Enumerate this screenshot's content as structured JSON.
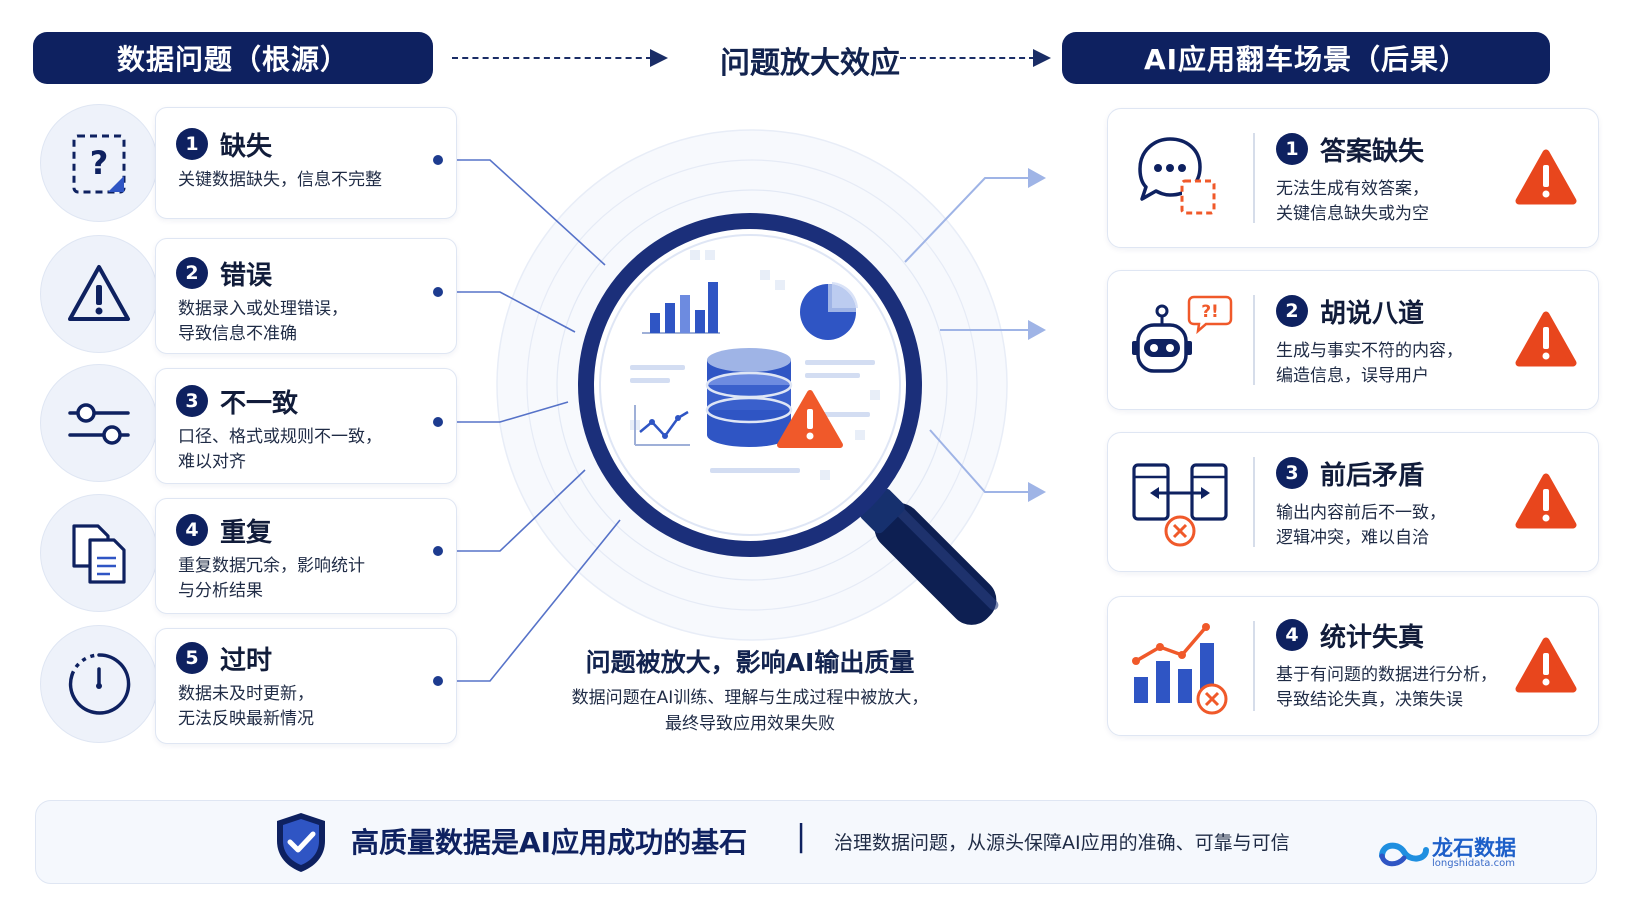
{
  "header": {
    "left_title": "数据问题（根源）",
    "middle_title": "问题放大效应",
    "right_title": "AI应用翻车场景（后果）"
  },
  "problems": [
    {
      "num": "1",
      "title": "缺失",
      "desc": [
        "关键数据缺失，信息不完整"
      ],
      "icon": "question-doc-icon"
    },
    {
      "num": "2",
      "title": "错误",
      "desc": [
        "数据录入或处理错误，",
        "导致信息不准确"
      ],
      "icon": "warning-icon"
    },
    {
      "num": "3",
      "title": "不一致",
      "desc": [
        "口径、格式或规则不一致，",
        "难以对齐"
      ],
      "icon": "sliders-icon"
    },
    {
      "num": "4",
      "title": "重复",
      "desc": [
        "重复数据冗余，影响统计",
        "与分析结果"
      ],
      "icon": "copy-docs-icon"
    },
    {
      "num": "5",
      "title": "过时",
      "desc": [
        "数据未及时更新，",
        "无法反映最新情况"
      ],
      "icon": "clock-icon"
    }
  ],
  "center": {
    "headline": "问题被放大，影响AI输出质量",
    "desc": [
      "数据问题在AI训练、理解与生成过程中被放大，",
      "最终导致应用效果失败"
    ]
  },
  "consequences": [
    {
      "num": "1",
      "title": "答案缺失",
      "desc": [
        "无法生成有效答案，",
        "关键信息缺失或为空"
      ],
      "icon": "chat-bubble-icon"
    },
    {
      "num": "2",
      "title": "胡说八道",
      "desc": [
        "生成与事实不符的内容，",
        "编造信息，误导用户"
      ],
      "icon": "robot-icon",
      "badge": "?!"
    },
    {
      "num": "3",
      "title": "前后矛盾",
      "desc": [
        "输出内容前后不一致，",
        "逻辑冲突，难以自洽"
      ],
      "icon": "compare-docs-icon"
    },
    {
      "num": "4",
      "title": "统计失真",
      "desc": [
        "基于有问题的数据进行分析，",
        "导致结论失真，决策失误"
      ],
      "icon": "bar-chart-error-icon"
    }
  ],
  "footer": {
    "headline": "高质量数据是AI应用成功的基石",
    "separator": "|",
    "desc": "治理数据问题，从源头保障AI应用的准确、可靠与可信"
  },
  "logo": {
    "name": "龙石数据",
    "url": "longshidata.com"
  },
  "colors": {
    "navy": "#0e2160",
    "blue": "#2f55c4",
    "orange": "#f0592a",
    "warning": "#e8461d"
  }
}
